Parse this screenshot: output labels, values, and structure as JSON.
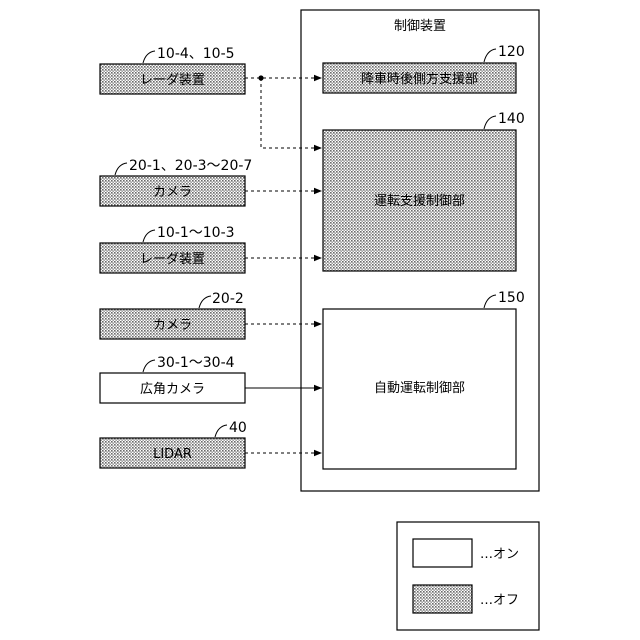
{
  "controller": {
    "title": "制御装置"
  },
  "blocks": {
    "rear_side": {
      "label": "降車時後側方支援部",
      "ref": "120"
    },
    "driving_support": {
      "label": "運転支援制御部",
      "ref": "140"
    },
    "auto_driving": {
      "label": "自動運転制御部",
      "ref": "150"
    }
  },
  "inputs": [
    {
      "label": "レーダ装置",
      "ref": "10-4、10-5",
      "state": "off"
    },
    {
      "label": "カメラ",
      "ref": "20-1、20-3～20-7",
      "state": "off"
    },
    {
      "label": "レーダ装置",
      "ref": "10-1～10-3",
      "state": "off"
    },
    {
      "label": "カメラ",
      "ref": "20-2",
      "state": "off"
    },
    {
      "label": "広角カメラ",
      "ref": "30-1～30-4",
      "state": "on"
    },
    {
      "label": "LIDAR",
      "ref": "40",
      "state": "off"
    }
  ],
  "legend": {
    "on_label": "…オン",
    "off_label": "…オフ"
  },
  "colors": {
    "off_fill": "#cfcfcf",
    "on_fill": "#ffffff",
    "stroke": "#000000"
  }
}
